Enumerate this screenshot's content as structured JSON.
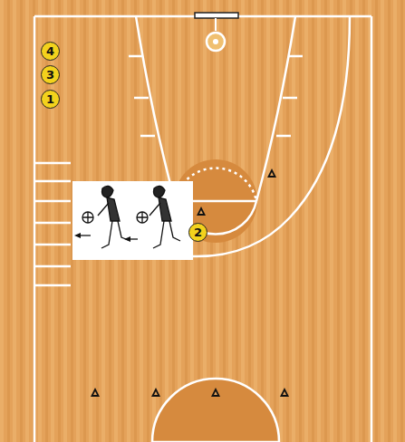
{
  "diagram": {
    "nodes": [
      {
        "text": [
          "4"
        ]
      },
      {
        "text": [
          "3"
        ]
      },
      {
        "text": [
          "1"
        ]
      },
      {
        "text": [
          "2"
        ]
      }
    ]
  }
}
